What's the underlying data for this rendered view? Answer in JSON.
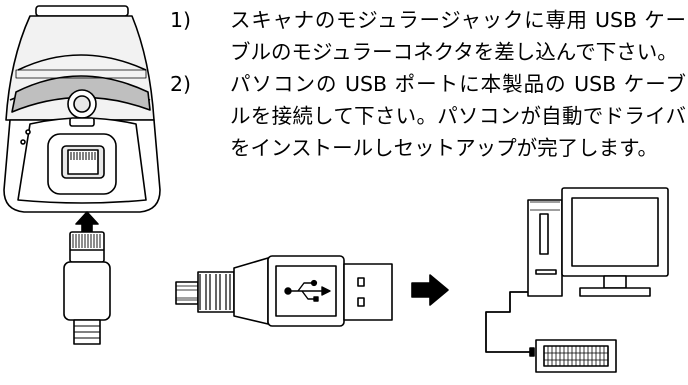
{
  "steps": [
    {
      "number": "1)",
      "text": "スキャナのモジュラージャックに専用 USB ケーブルのモジュラーコネクタを差し込んで下さい。"
    },
    {
      "number": "2)",
      "text": "パソコンの USB ポートに本製品の USB ケーブルを接続して下さい。パソコンが自動でドライバをインストールしセットアップが完了します。"
    }
  ],
  "illustration": {
    "scanner": "scanner-with-modular-jack",
    "cable_plug": "modular-plug",
    "cable_connector": "usb-a-connector",
    "usb_symbol": "usb-icon",
    "arrows": [
      "up-arrow",
      "right-arrow"
    ],
    "computer": "desktop-computer"
  },
  "colors": {
    "ink": "#000000",
    "gray": "#bfbfbf",
    "light": "#e8e8e8",
    "background": "#ffffff"
  }
}
